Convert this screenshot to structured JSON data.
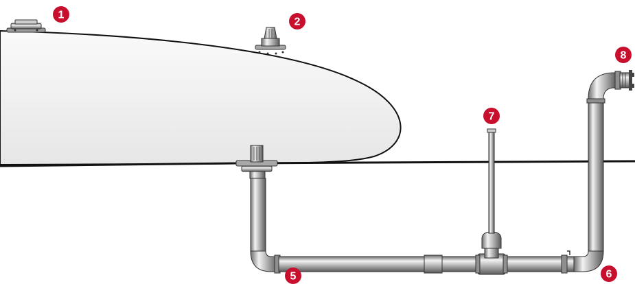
{
  "colors": {
    "marker": "#c8102e",
    "tank_fill": "#f1f1f1",
    "pipe_light": "#f2f2f2",
    "pipe_mid": "#bdbdbd",
    "pipe_dark": "#6e6e6e",
    "outline": "#111111"
  },
  "markers": [
    {
      "label": "1"
    },
    {
      "label": "2"
    },
    {
      "label": "5"
    },
    {
      "label": "6"
    },
    {
      "label": "7"
    },
    {
      "label": "8"
    }
  ]
}
